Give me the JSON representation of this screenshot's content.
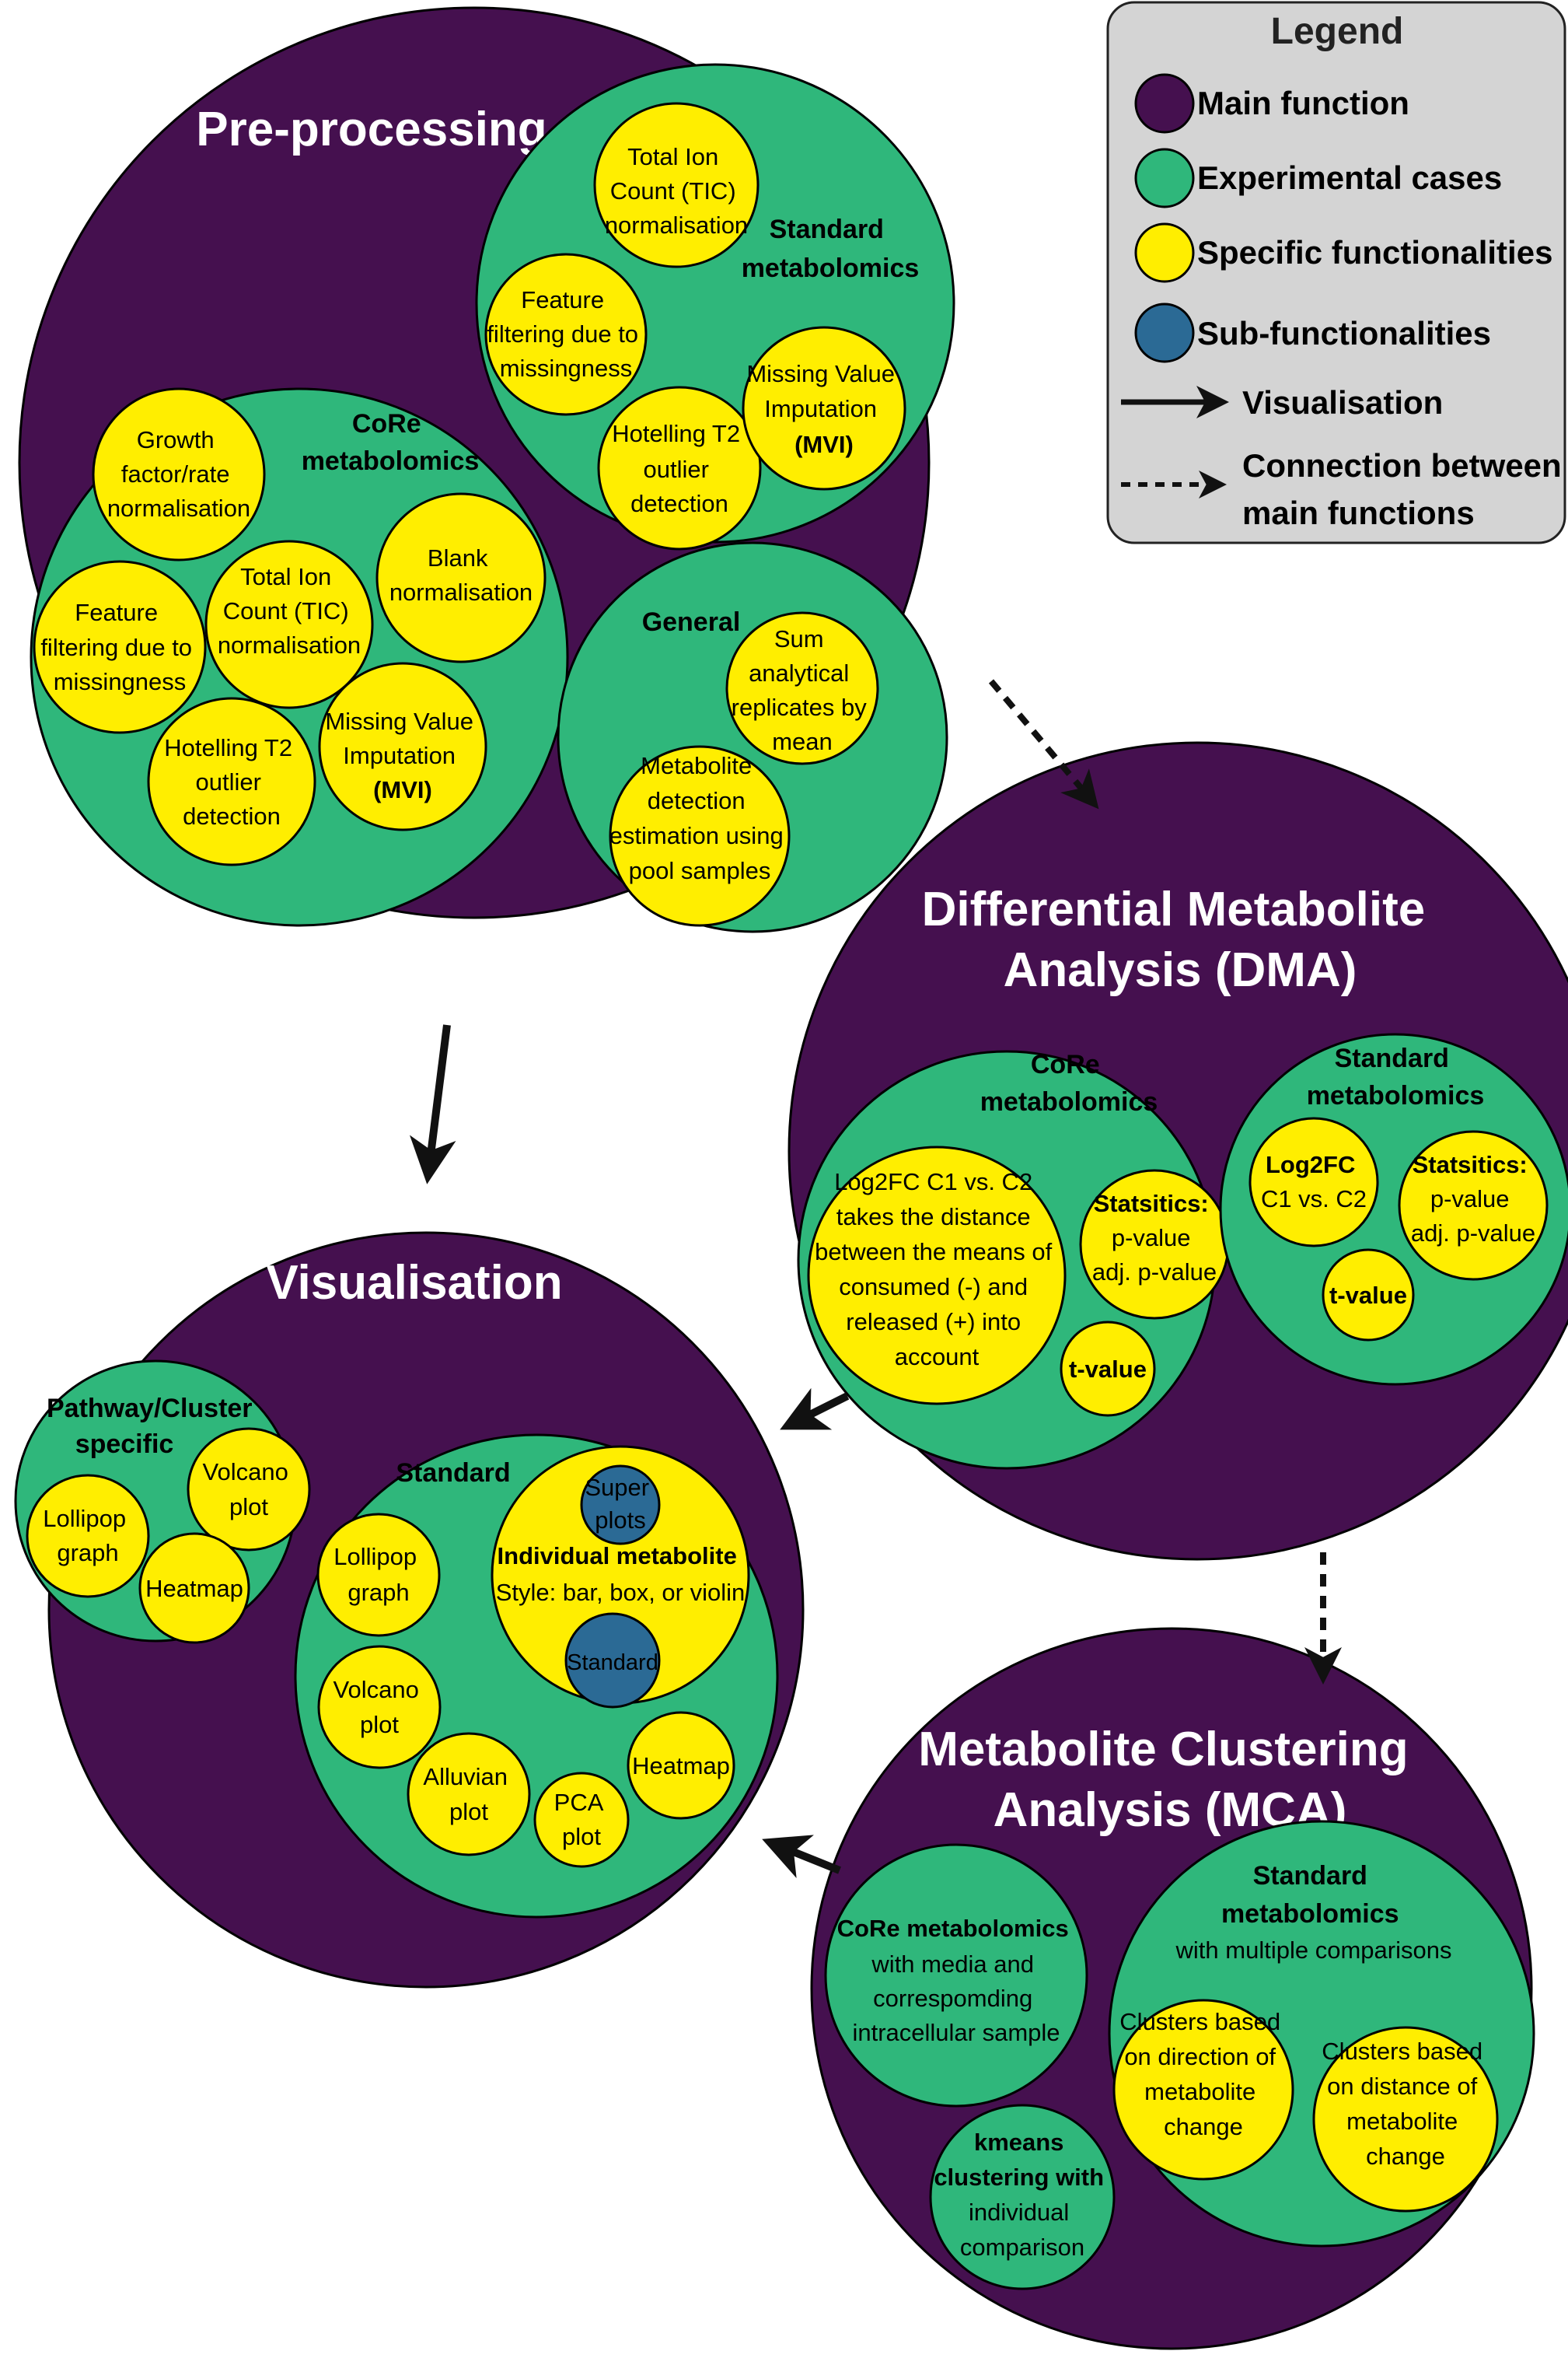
{
  "legend": {
    "title": "Legend",
    "items": [
      {
        "label": "Main function",
        "kind": "circle",
        "color": "#45104f"
      },
      {
        "label": "Experimental cases",
        "kind": "circle",
        "color": "#2fb77b"
      },
      {
        "label": "Specific functionalities",
        "kind": "circle",
        "color": "#ffee00"
      },
      {
        "label": "Sub-functionalities",
        "kind": "circle",
        "color": "#2b6a95"
      },
      {
        "label": "Visualisation",
        "kind": "solid-arrow"
      },
      {
        "label": [
          "Connection between",
          "main functions"
        ],
        "kind": "dashed-arrow"
      }
    ]
  },
  "preprocessing": {
    "title": "Pre-processing",
    "standard": {
      "title": [
        "Standard",
        "metabolomics"
      ],
      "tic": [
        "Total Ion",
        "Count (TIC)",
        "normalisation"
      ],
      "feature": [
        "Feature",
        "filtering due to",
        "missingness"
      ],
      "hotelling": [
        "Hotelling T2",
        "outlier",
        "detection"
      ],
      "mvi": [
        "Missing Value",
        "Imputation",
        "(MVI)"
      ]
    },
    "core": {
      "title": [
        "CoRe",
        "metabolomics"
      ],
      "growth": [
        "Growth",
        "factor/rate",
        "normalisation"
      ],
      "blank": [
        "Blank",
        "normalisation"
      ],
      "tic": [
        "Total Ion",
        "Count (TIC)",
        "normalisation"
      ],
      "feature": [
        "Feature",
        "filtering due to",
        "missingness"
      ],
      "hotelling": [
        "Hotelling T2",
        "outlier",
        "detection"
      ],
      "mvi": [
        "Missing Value",
        "Imputation",
        "(MVI)"
      ]
    },
    "general": {
      "title": "General",
      "sum": [
        "Sum",
        "analytical",
        "replicates by",
        "mean"
      ],
      "detection": [
        "Metabolite",
        "detection",
        "estimation using",
        "pool samples"
      ]
    }
  },
  "dma": {
    "title": [
      "Differential Metabolite",
      "Analysis (DMA)"
    ],
    "core": {
      "title": [
        "CoRe",
        "metabolomics"
      ],
      "log2fc": [
        "Log2FC C1 vs. C2",
        "takes the distance",
        "between the means of",
        "consumed (-) and",
        "released (+) into",
        "account"
      ],
      "stats": [
        "Statsitics:",
        "p-value",
        "adj. p-value"
      ],
      "tvalue": "t-value"
    },
    "standard": {
      "title": [
        "Standard",
        "metabolomics"
      ],
      "log2fc": [
        "Log2FC",
        "C1 vs. C2"
      ],
      "stats": [
        "Statsitics:",
        "p-value",
        "adj. p-value"
      ],
      "tvalue": "t-value"
    }
  },
  "visualisation": {
    "title": "Visualisation",
    "pathway": {
      "title": [
        "Pathway/Cluster",
        "specific"
      ],
      "volcano": [
        "Volcano",
        "plot"
      ],
      "lollipop": [
        "Lollipop",
        "graph"
      ],
      "heatmap": "Heatmap"
    },
    "standard": {
      "title": "Standard",
      "individual": [
        "Individual metabolite",
        "Style: bar, box, or violin"
      ],
      "superplots": [
        "Super",
        "plots"
      ],
      "standard_sub": "Standard",
      "lollipop": [
        "Lollipop",
        "graph"
      ],
      "volcano": [
        "Volcano",
        "plot"
      ],
      "alluvian": [
        "Alluvian",
        "plot"
      ],
      "pca": [
        "PCA",
        "plot"
      ],
      "heatmap": "Heatmap"
    }
  },
  "mca": {
    "title": [
      "Metabolite Clustering",
      "Analysis (MCA)"
    ],
    "core": [
      "CoRe metabolomics",
      "with media and",
      "correspomding",
      "intracellular sample"
    ],
    "kmeans": [
      "kmeans",
      "clustering with",
      "individual",
      "comparison"
    ],
    "standard": {
      "title": [
        "Standard",
        "metabolomics",
        "with multiple comparisons"
      ],
      "direction": [
        "Clusters based",
        "on direction of",
        "metabolite",
        "change"
      ],
      "distance": [
        "Clusters based",
        "on distance of",
        "metabolite",
        "change"
      ]
    }
  }
}
